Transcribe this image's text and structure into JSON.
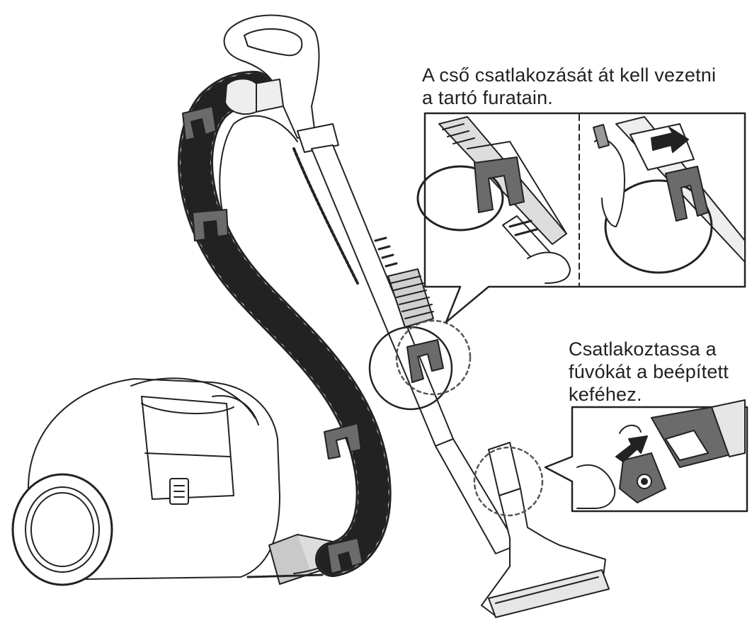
{
  "captions": {
    "hose_routing": {
      "line1": "A cső csatlakozását át kell vezetni",
      "line2": "a tartó furatain."
    },
    "nozzle": {
      "line1": "Csatlakoztassa a",
      "line2": "fúvókát a beépített",
      "line3": "keféhez."
    }
  },
  "colors": {
    "line": "#222222",
    "hose": "#d8d8d8",
    "clip": "#6b6b6b",
    "clip_dark": "#4a4a4a",
    "body_fill": "#ffffff",
    "tube_fill": "#eeeeee"
  },
  "icons": [
    "vacuum-cleaner",
    "hose-clip",
    "direction-arrow",
    "magnifier-callout"
  ]
}
